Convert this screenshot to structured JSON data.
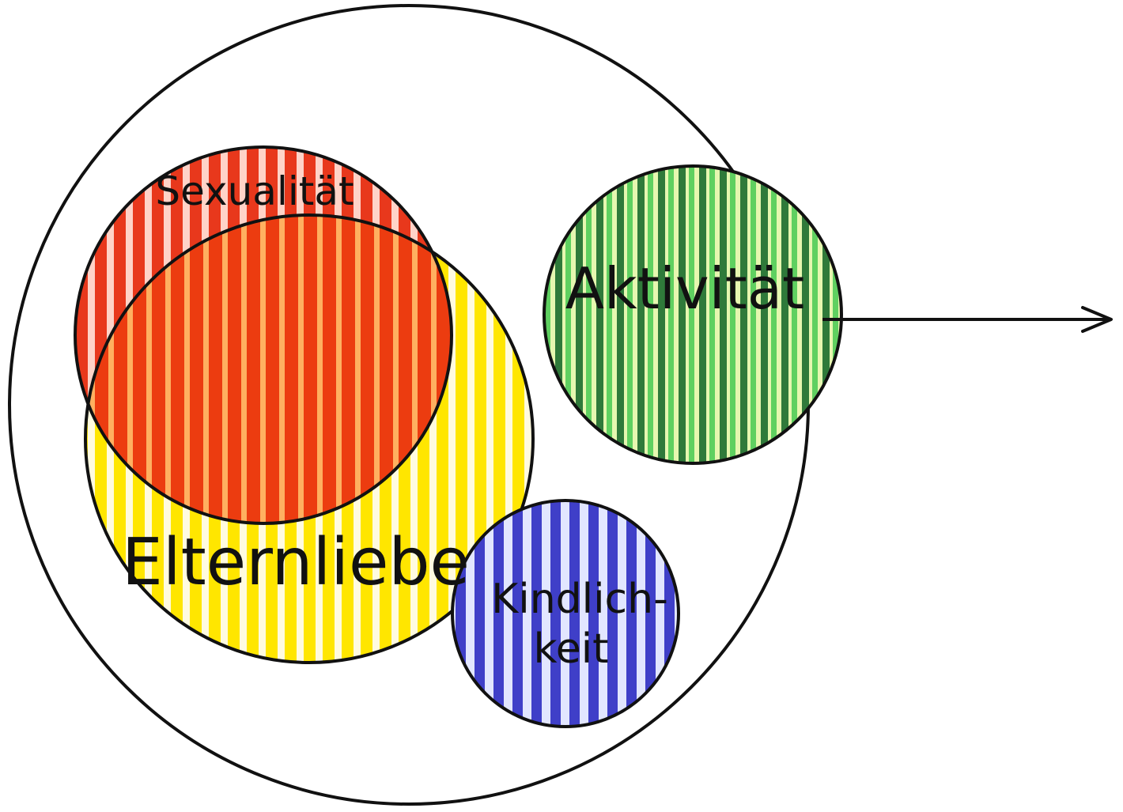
{
  "diagram": {
    "labels": {
      "sexualitaet": "Sexualität",
      "elternliebe": "Elternliebe",
      "aktivitaet": "Aktivität",
      "kindlichkeit_line1": "Kindlich-",
      "kindlichkeit_line2": "keit"
    },
    "colors": {
      "sexualitaet": "#e8381c",
      "elternliebe": "#ffe600",
      "overlap": "#ec3c10",
      "aktivitaet": "#3fa64a",
      "kindlichkeit": "#3f3fc8",
      "outline": "#111111",
      "background": "#ffffff"
    }
  }
}
